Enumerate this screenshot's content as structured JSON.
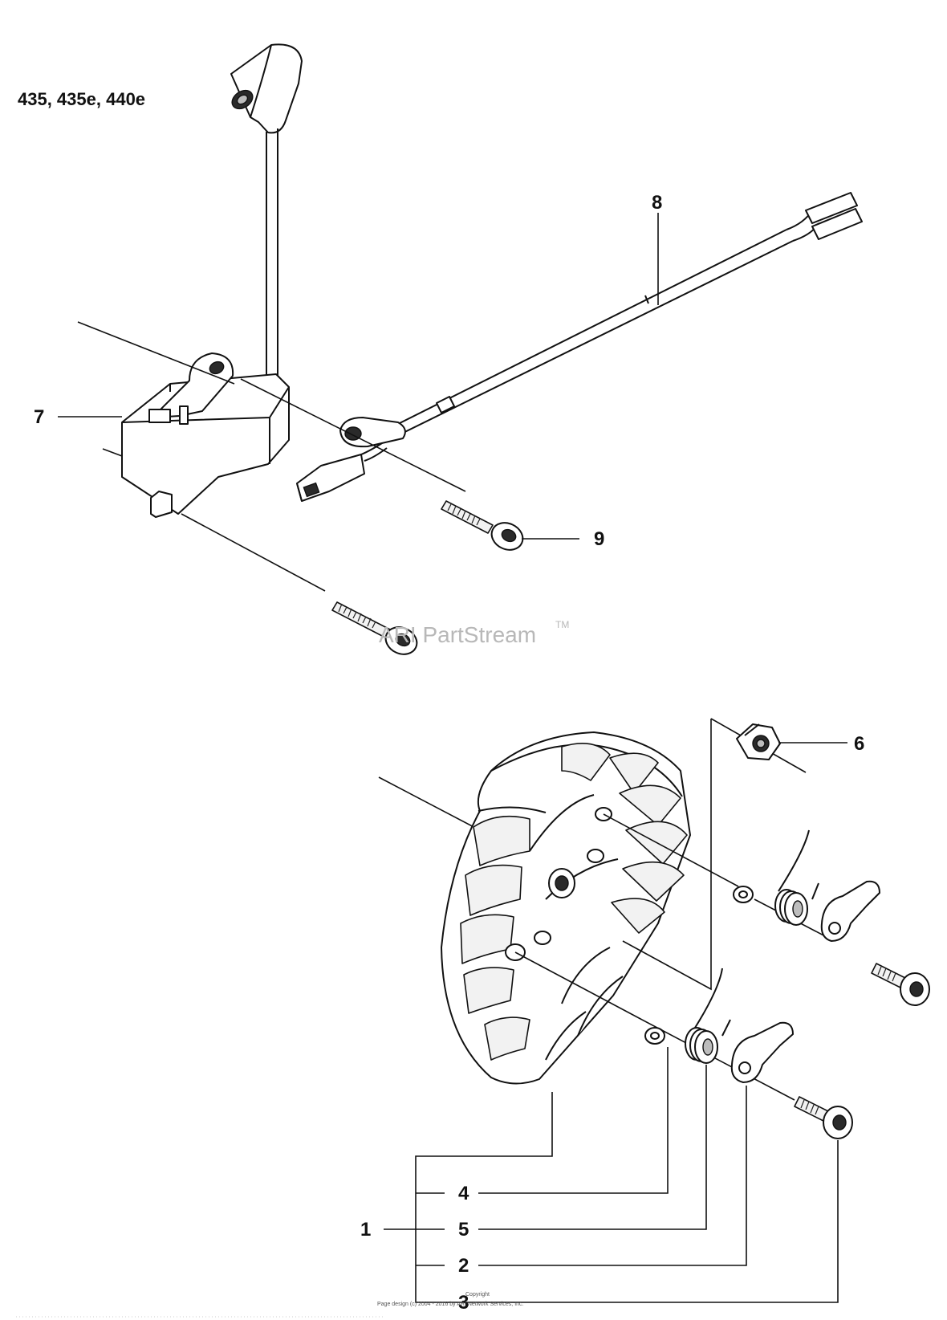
{
  "model_label": "435, 435e, 440e",
  "watermark": {
    "text": "ARI PartStream",
    "tm": "TM"
  },
  "footer": {
    "copyright": "Copyright",
    "page_design": "Page design (c) 2004 - 2016 by ARI Network Services, Inc."
  },
  "callouts": {
    "c1": "1",
    "c2": "2",
    "c3": "3",
    "c4": "4",
    "c5": "5",
    "c6": "6",
    "c7": "7",
    "c8": "8",
    "c9": "9"
  }
}
